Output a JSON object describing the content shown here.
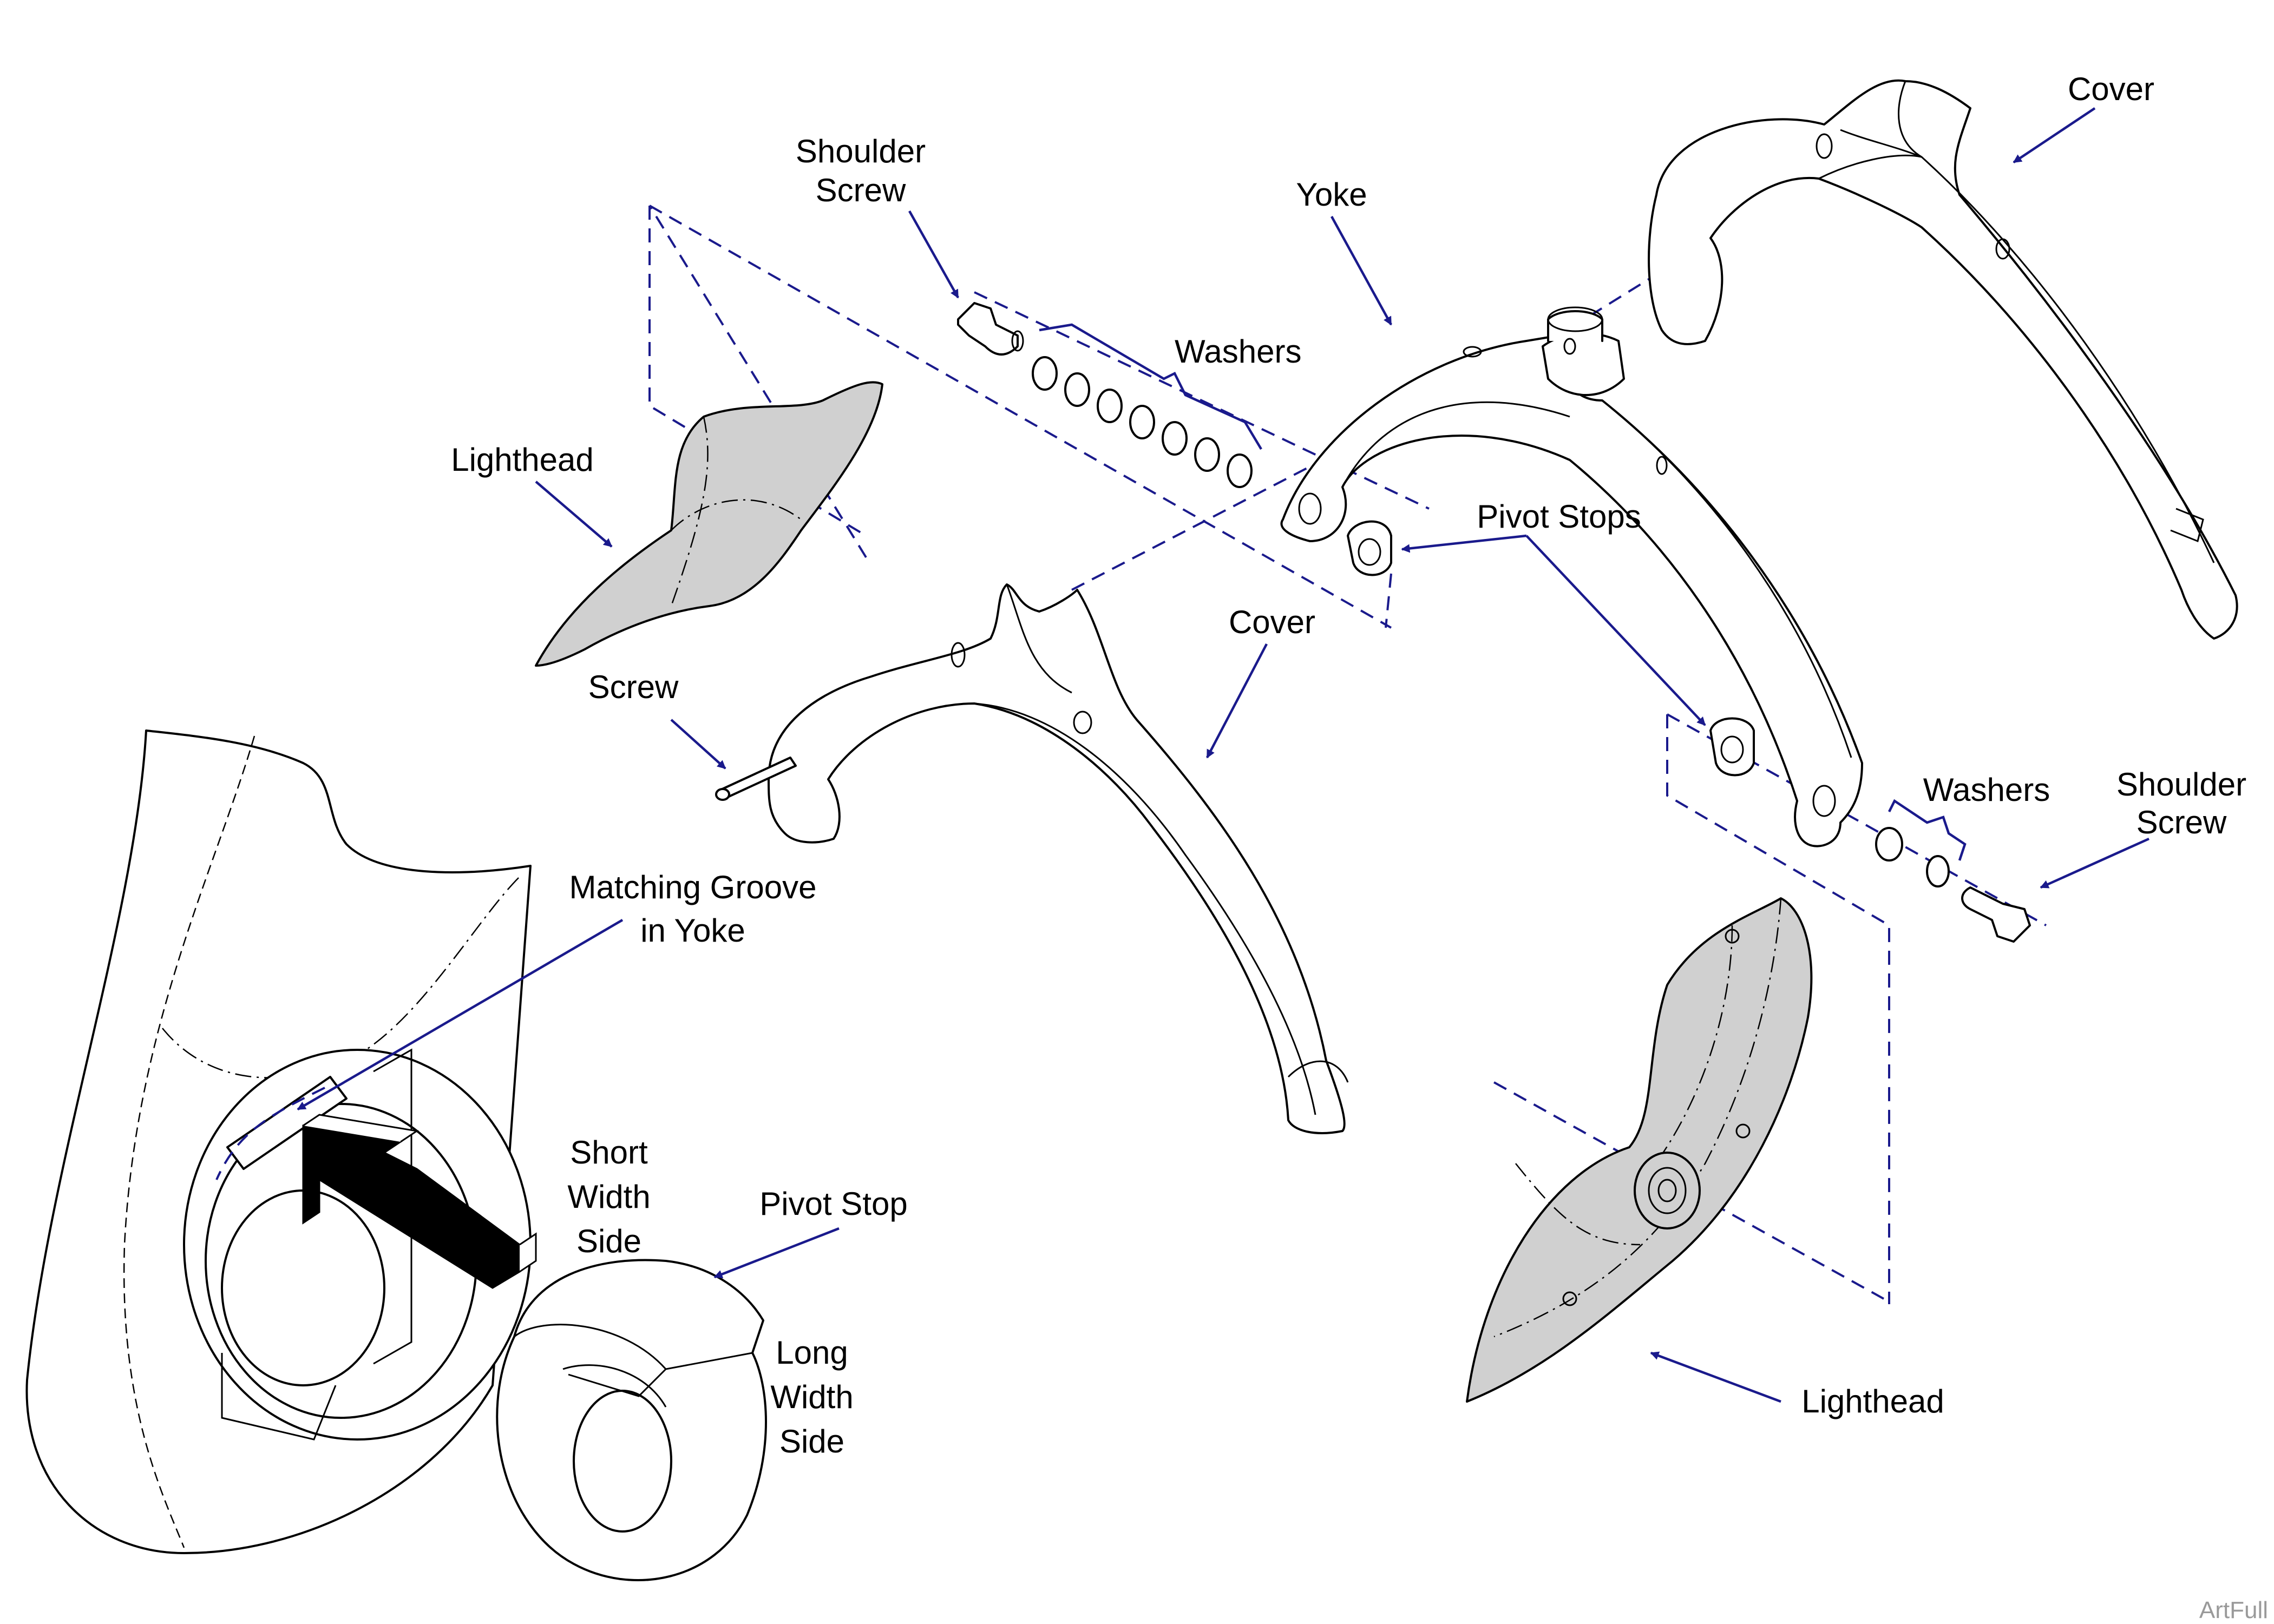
{
  "diagram": {
    "labels": {
      "shoulder_screw_top": [
        "Shoulder",
        "Screw"
      ],
      "washers_top": "Washers",
      "yoke": "Yoke",
      "cover_top": "Cover",
      "lighthead_top": "Lighthead",
      "pivot_stops": "Pivot Stops",
      "cover_middle": "Cover",
      "screw": "Screw",
      "matching_groove": [
        "Matching Groove",
        "in Yoke"
      ],
      "washers_right": "Washers",
      "shoulder_screw_right": [
        "Shoulder",
        "Screw"
      ],
      "short_width_side": [
        "Short",
        "Width",
        "Side"
      ],
      "pivot_stop": "Pivot Stop",
      "long_width_side": [
        "Long",
        "Width",
        "Side"
      ],
      "lighthead_bottom": "Lighthead"
    },
    "credit": "ArtFull",
    "colors": {
      "leader": "#1a1a8c",
      "line_art": "#000000",
      "shaded_part": "#d0d0d0",
      "background": "#ffffff"
    }
  }
}
